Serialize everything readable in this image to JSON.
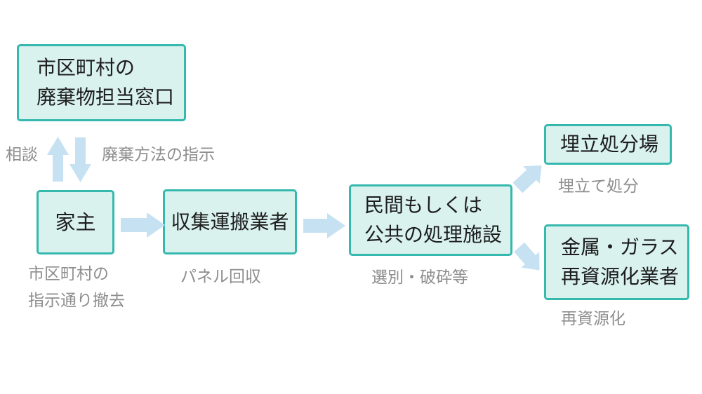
{
  "diagram": {
    "nodes": {
      "municipal_office": {
        "line1": "市区町村の",
        "line2": "廃棄物担当窓口"
      },
      "homeowner": {
        "line1": "家主"
      },
      "collector": {
        "line1": "収集運搬業者"
      },
      "facility": {
        "line1": "民間もしくは",
        "line2": "公共の処理施設"
      },
      "landfill": {
        "line1": "埋立処分場"
      },
      "recycler": {
        "line1": "金属・ガラス",
        "line2": "再資源化業者"
      }
    },
    "labels": {
      "consult": "相談",
      "disposal_method_instruction": "廃棄方法の指示",
      "removal_line1": "市区町村の",
      "removal_line2": "指示通り撤去",
      "panel_collection": "パネル回収",
      "sorting_crushing": "選別・破砕等",
      "landfill_disposal": "埋立て処分",
      "recycling": "再資源化"
    },
    "icons": {
      "arrow_up": "block-arrow-up",
      "arrow_down": "block-arrow-down",
      "arrow_right_1": "block-arrow-right",
      "arrow_right_2": "block-arrow-right",
      "arrow_up_right": "block-arrow-up-right",
      "arrow_down_right": "block-arrow-down-right"
    },
    "colors": {
      "background": "#ffffff",
      "box_fill": "#d9f2ee",
      "box_border": "#35b8ad",
      "box_text": "#1d1d1d",
      "arrow": "#c6e1f2",
      "label_text": "#8e8e8e"
    }
  }
}
